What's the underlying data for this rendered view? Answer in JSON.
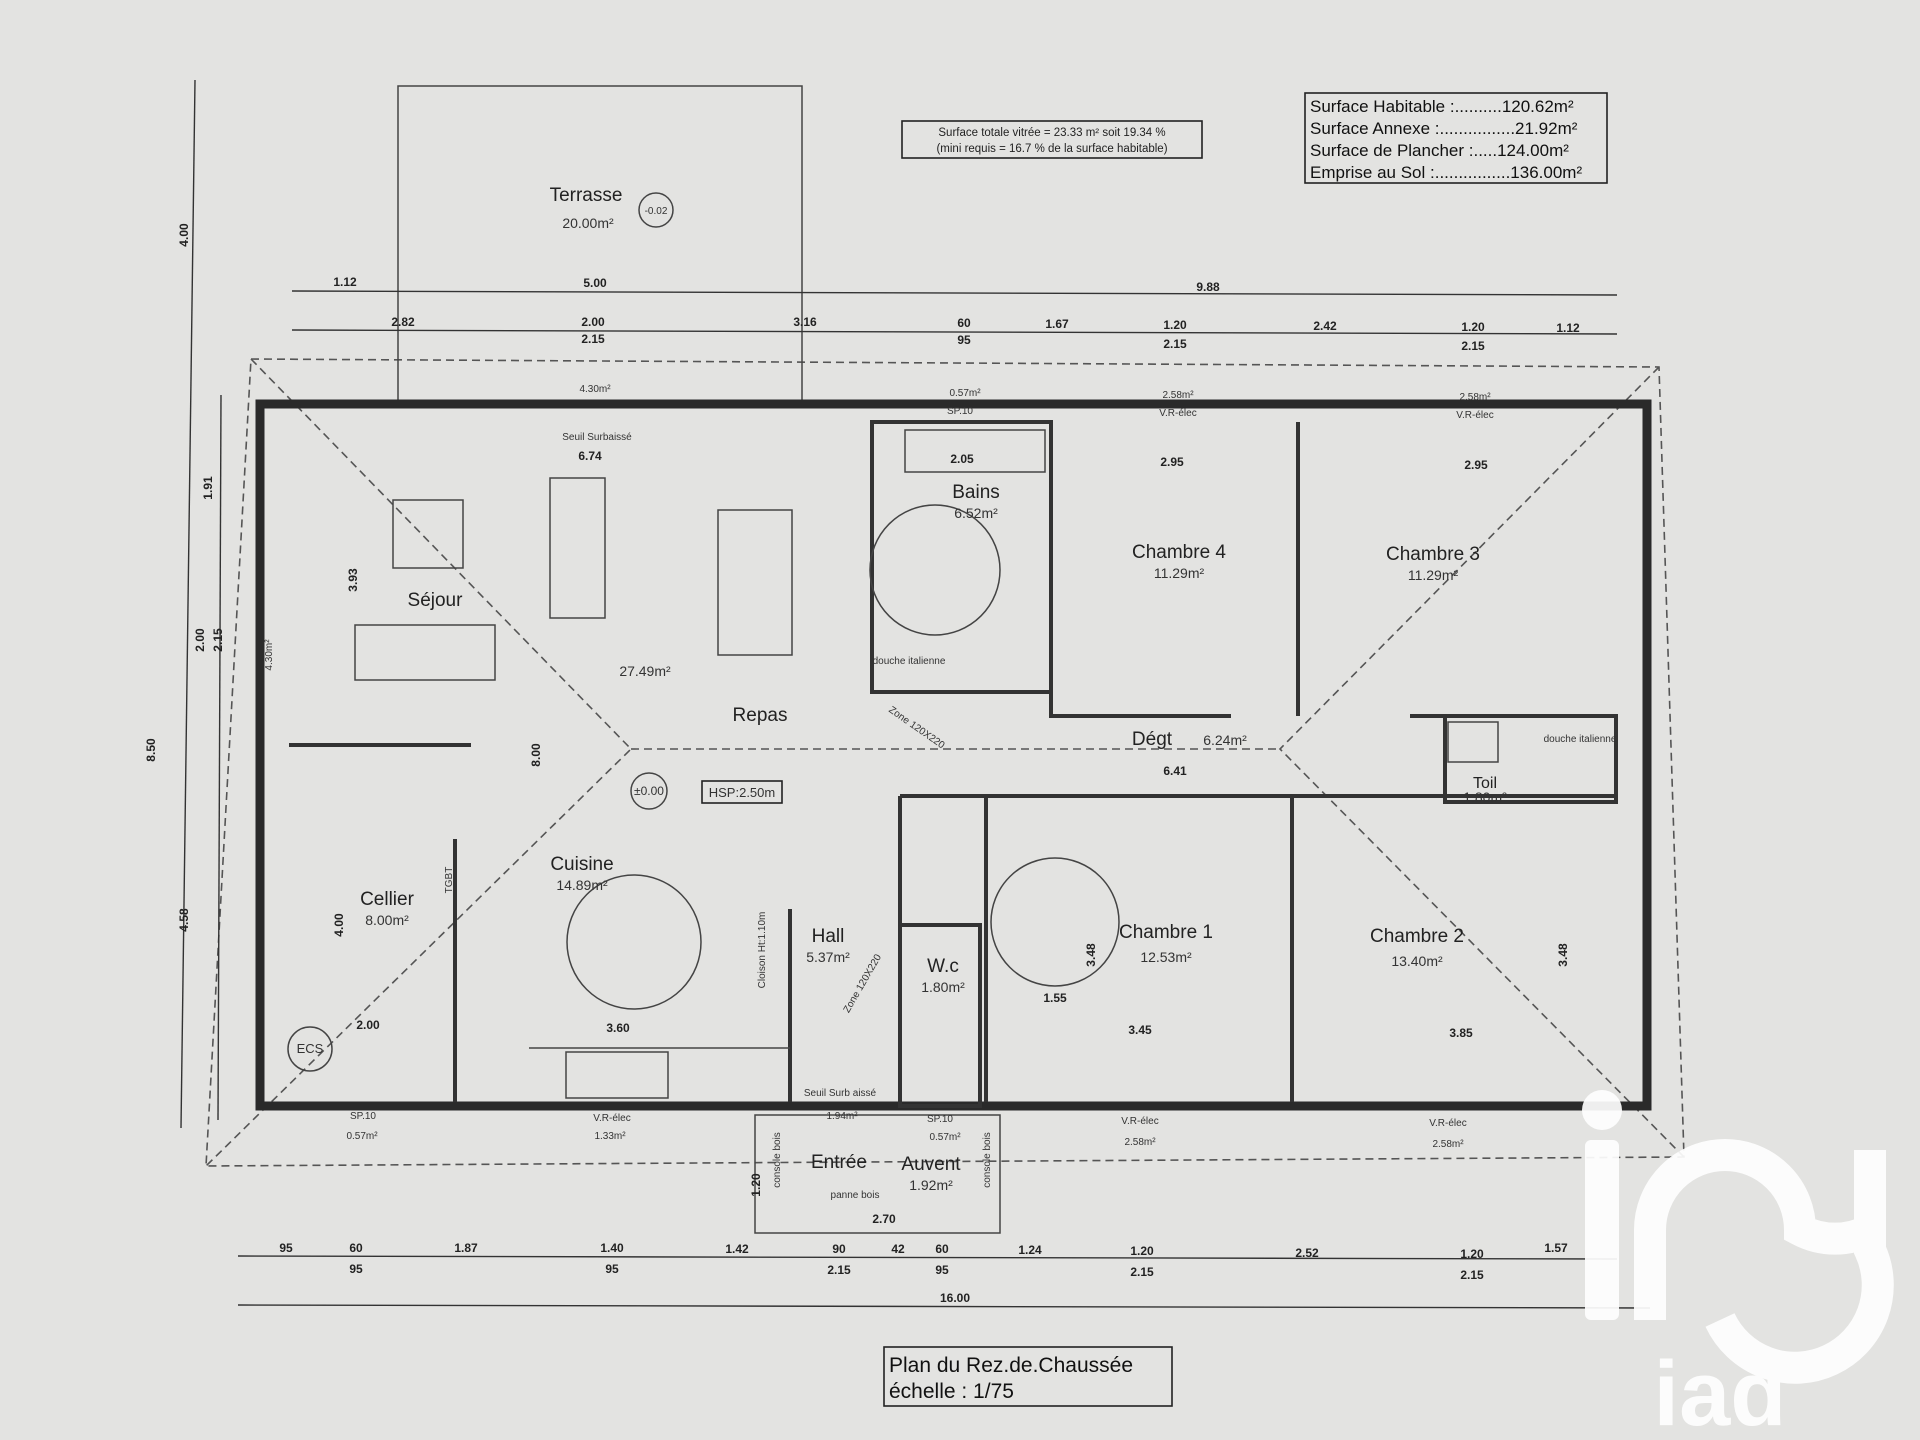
{
  "summary": {
    "habitable": "Surface Habitable :..........120.62m²",
    "annexe": "Surface  Annexe :................21.92m²",
    "plancher": "Surface de Plancher :.....124.00m²",
    "emprise": "Emprise au Sol :................136.00m²"
  },
  "glazing": {
    "line1": "Surface totale vitrée = 23.33 m² soit 19.34 %",
    "line2": "(mini requis = 16.7 % de la surface habitable)"
  },
  "title": {
    "line1": "Plan du Rez.de.Chaussée",
    "line2": "échelle : 1/75"
  },
  "rooms": {
    "terrasse": {
      "name": "Terrasse",
      "area": "20.00m²",
      "level": "-0.02"
    },
    "sejour": {
      "name": "Séjour"
    },
    "sejour_area": "27.49m²",
    "repas": {
      "name": "Repas"
    },
    "cuisine": {
      "name": "Cuisine",
      "area": "14.89m²"
    },
    "cellier": {
      "name": "Cellier",
      "area": "8.00m²"
    },
    "hall": {
      "name": "Hall",
      "area": "5.37m²"
    },
    "wc": {
      "name": "W.c",
      "area": "1.80m²"
    },
    "bains": {
      "name": "Bains",
      "area": "6.52m²"
    },
    "chambre4": {
      "name": "Chambre 4",
      "area": "11.29m²"
    },
    "chambre3": {
      "name": "Chambre 3",
      "area": "11.29m²"
    },
    "degt": {
      "name": "Dégt",
      "area": "6.24m²"
    },
    "toil": {
      "name": "Toil",
      "area": "1.80m²"
    },
    "chambre1": {
      "name": "Chambre 1",
      "area": "12.53m²"
    },
    "chambre2": {
      "name": "Chambre 2",
      "area": "13.40m²"
    },
    "entree": {
      "name": "Entrée"
    },
    "auvent": {
      "name": "Auvent",
      "area": "1.92m²"
    }
  },
  "labels": {
    "level": "±0.00",
    "hsp": "HSP:2.50m",
    "ecs": "ECS",
    "tgbt": "TGBT",
    "douche1": "douche italienne",
    "douche2": "douche italienne",
    "zone1": "Zone 120X220",
    "zone2": "Zone 120X220",
    "cloison": "Cloison Ht:1.10m",
    "panne": "panne bois",
    "seuil": "Seuil Surbaissé",
    "seuil_entree": "Seuil Surb aissé",
    "console1": "console bois",
    "console2": "console bois"
  },
  "windows": {
    "w_top_sejour": "4.30m²",
    "w_top_bains": "0.57m²",
    "sp_top": "SP.10",
    "w_top_ch4": "2.58m²",
    "vr_ch4": "V.R-élec",
    "w_top_ch3": "2.58m²",
    "vr_ch3": "V.R-élec",
    "w_left": "4.30m²",
    "sp_cellier": "SP.10",
    "w_cellier": "0.57m²",
    "vr_cuisine": "V.R-élec",
    "w_cuisine": "1.33m²",
    "w_entree": "1.94m²",
    "sp_wc": "SP.10",
    "w_wc": "0.57m²",
    "vr_ch1": "V.R-élec",
    "w_ch1": "2.58m²",
    "vr_ch2": "V.R-élec",
    "w_ch2": "2.58m²"
  },
  "dimensions": {
    "top1": [
      "1.12",
      "5.00",
      "9.88"
    ],
    "top2": [
      "2.82",
      "2.00",
      "3.16",
      "60",
      "1.67",
      "1.20",
      "2.42",
      "1.20",
      "1.12"
    ],
    "top2b": [
      "2.15",
      "95",
      "2.15",
      "2.15"
    ],
    "bottom1": [
      "95",
      "60",
      "1.87",
      "1.40",
      "1.42",
      "90",
      "42",
      "60",
      "1.24",
      "1.20",
      "2.52",
      "1.20",
      "1.57"
    ],
    "bottom1b": [
      "95",
      "95",
      "2.15",
      "95",
      "2.15",
      "2.15"
    ],
    "total": "16.00",
    "left": [
      "4.00",
      "8.50",
      "1.91",
      "2.00",
      "2.15",
      "4.58"
    ],
    "inner": [
      "6.74",
      "3.93",
      "8.00",
      "4.00",
      "2.00",
      "3.60",
      "2.05",
      "2.95",
      "2.95",
      "6.41",
      "3.45",
      "3.85",
      "3.48",
      "3.48",
      "1.20",
      "2.70",
      "1.55"
    ]
  },
  "brand": "iad"
}
